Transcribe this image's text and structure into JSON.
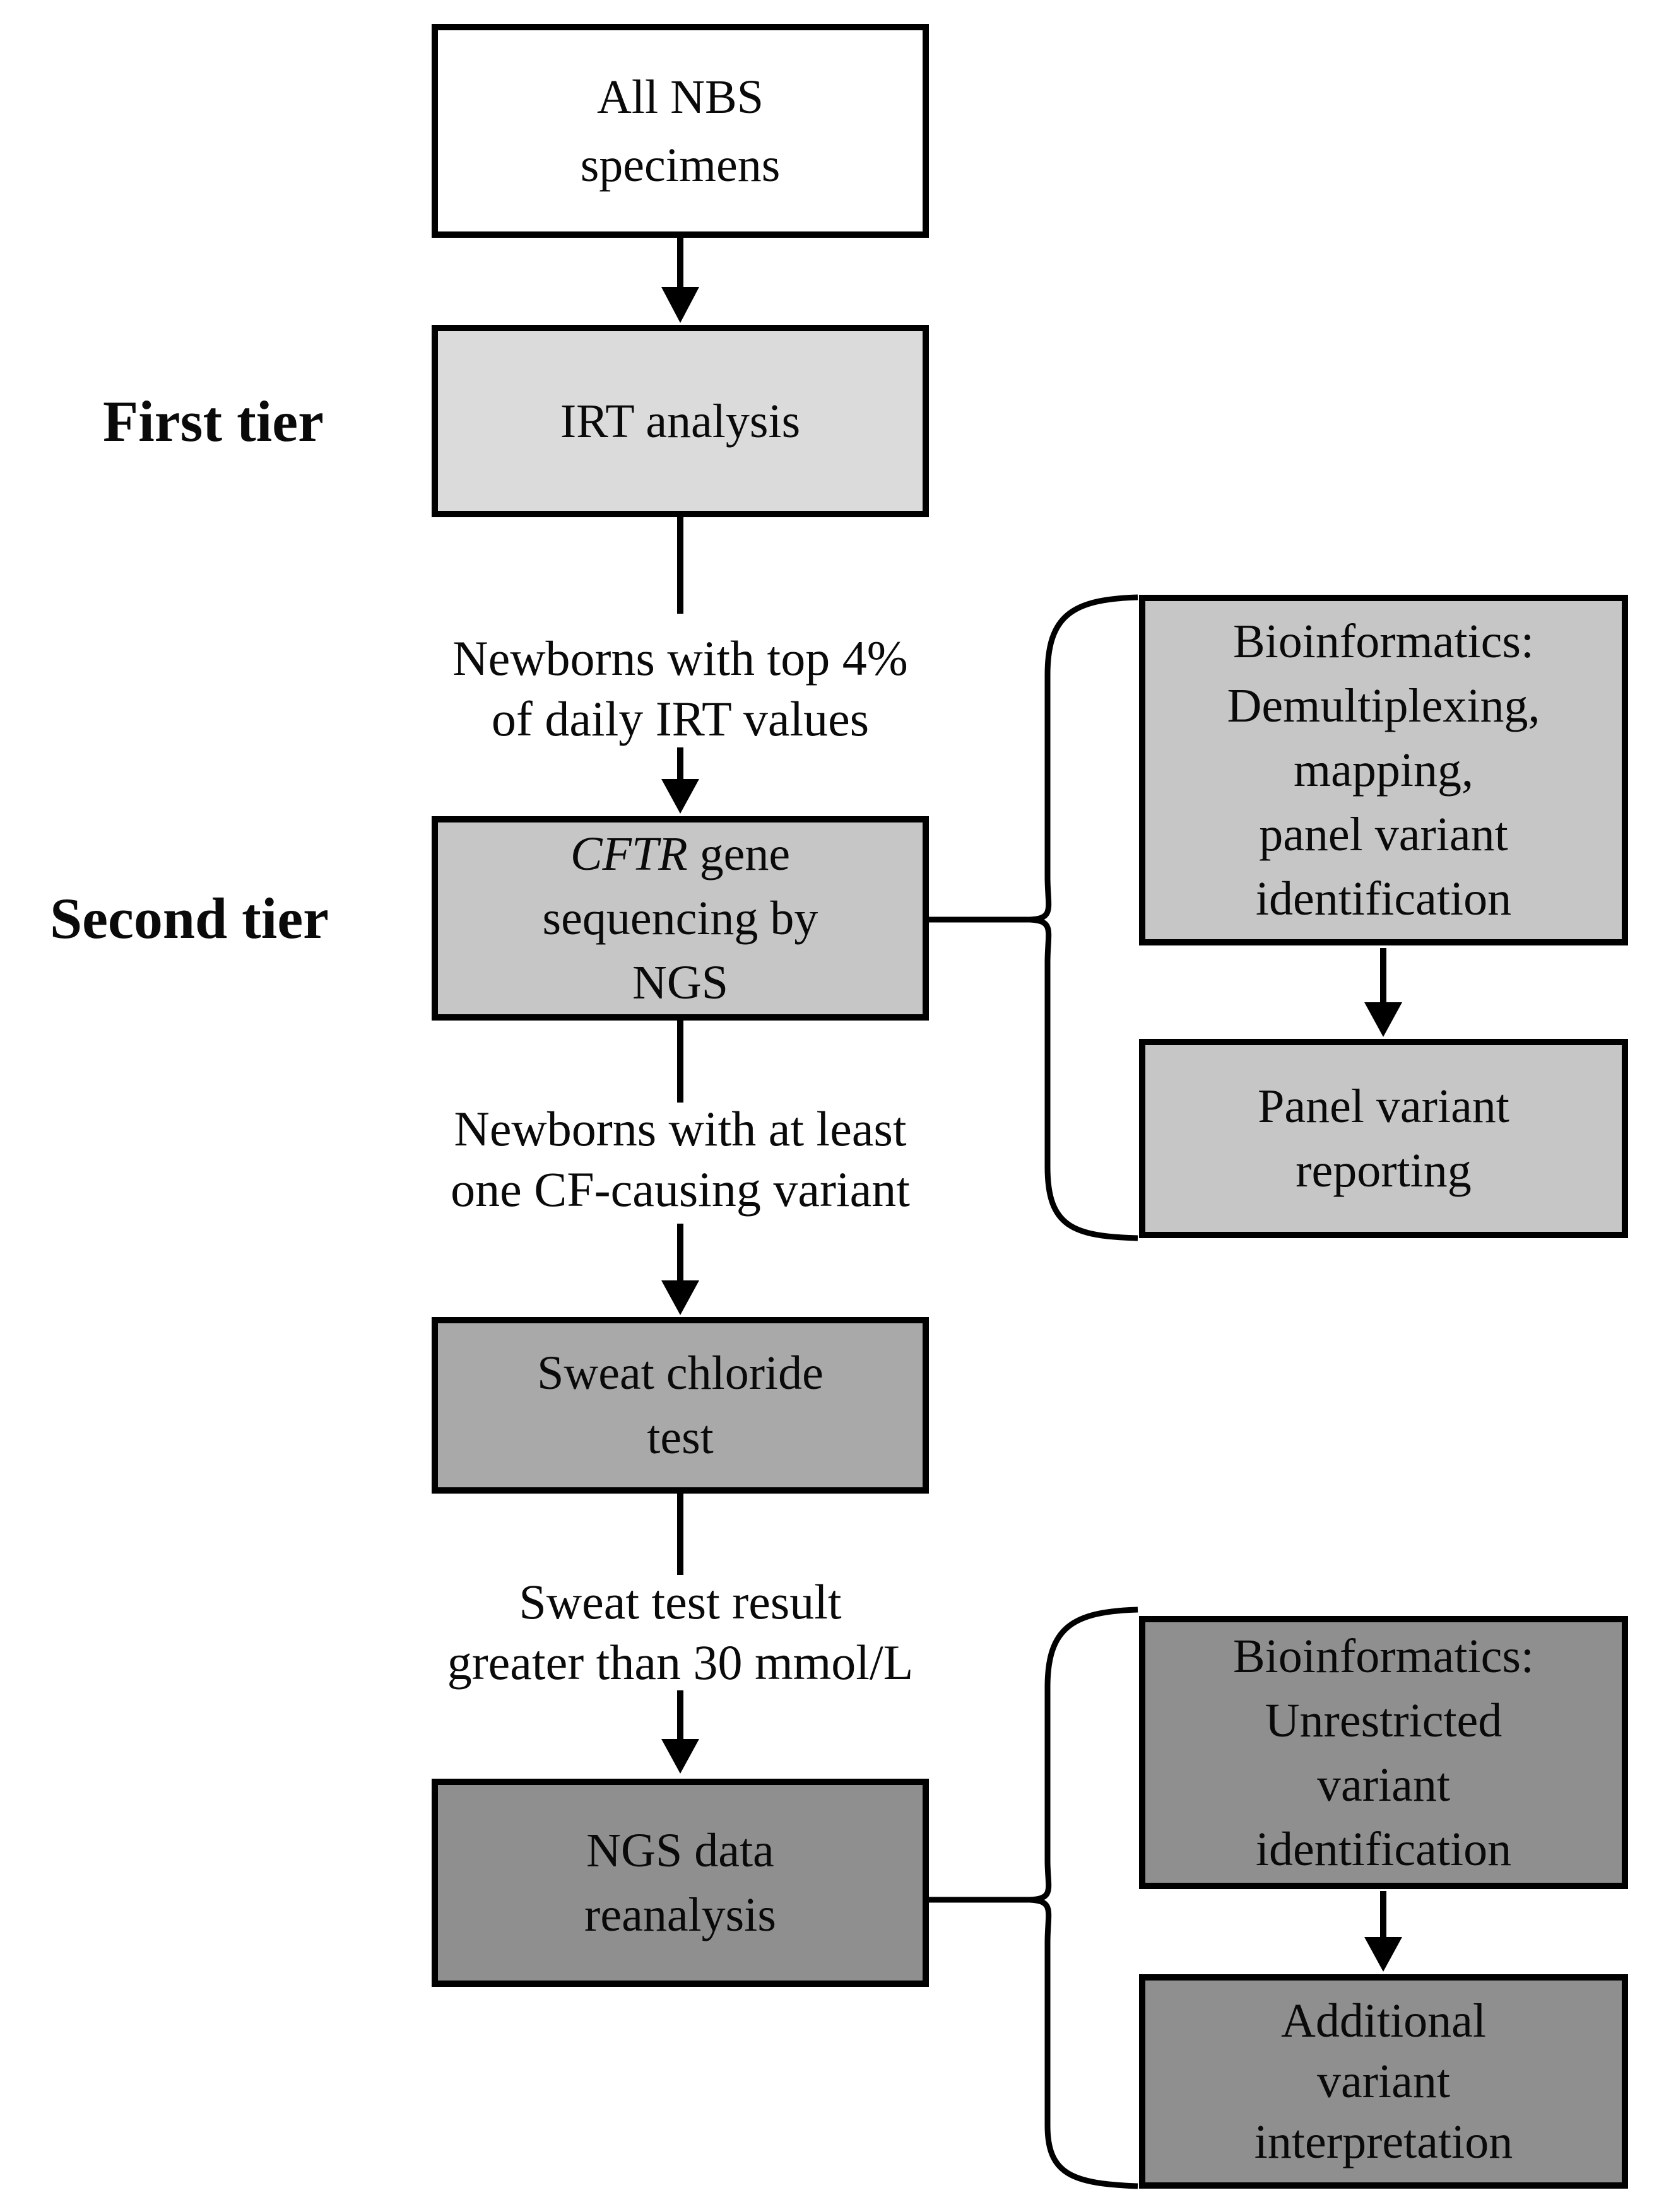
{
  "tiers": {
    "first": "First tier",
    "second": "Second tier"
  },
  "nodes": {
    "all_nbs": {
      "label": "All NBS\nspecimens"
    },
    "irt": {
      "label": "IRT analysis"
    },
    "cftr": {
      "gene_symbol": "CFTR",
      "label_rest": " gene\nsequencing by\nNGS"
    },
    "sweat": {
      "label": "Sweat chloride\ntest"
    },
    "ngs_reanalysis": {
      "label": "NGS data\nreanalysis"
    },
    "bio_panel": {
      "label": "Bioinformatics:\nDemultiplexing,\nmapping,\npanel variant\nidentification"
    },
    "panel_reporting": {
      "label": "Panel variant\nreporting"
    },
    "bio_unrestricted": {
      "label": "Bioinformatics:\nUnrestricted\nvariant\nidentification"
    },
    "additional_interpretation": {
      "label": "Additional\nvariant\ninterpretation"
    }
  },
  "edge_labels": {
    "irt_to_cftr": "Newborns with top 4%\nof daily IRT values",
    "cftr_to_sweat": "Newborns with at least\none CF-causing variant",
    "sweat_to_ngs": "Sweat test result\ngreater than 30 mmol/L"
  },
  "colors": {
    "node_white": "#ffffff",
    "node_light_gray": "#dbdbdb",
    "node_medium_gray": "#c6c6c6",
    "node_gray": "#a9a9a9",
    "node_dark_gray": "#8f8f8f",
    "line_black": "#000000"
  }
}
